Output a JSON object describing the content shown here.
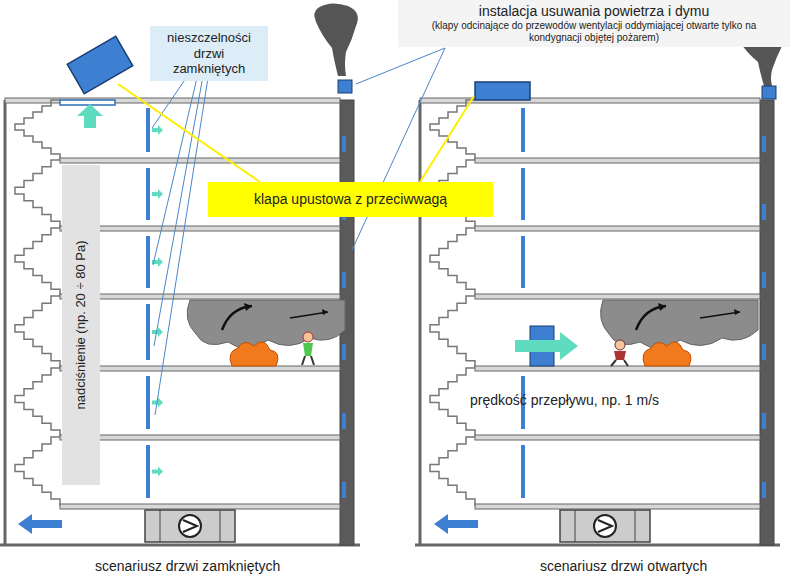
{
  "diagram": {
    "nodes": [
      {
        "text": [
          "nieszczelności drzwi zamkniętych"
        ]
      },
      {
        "text": [
          "instalacja usuwania powietrza i dymu",
          "(klapy odcinające do przewodów wentylacji oddymiającej otwarte tylko na kondygnacji objętej pożarem)"
        ]
      },
      {
        "text": [
          "klapa upustowa z przeciwwagą"
        ]
      },
      {
        "text": [
          "nadciśnienie (np. 20 ÷ 80 Pa)"
        ]
      }
    ],
    "labels": [
      "prędkość przepływu, np. 1 m/s",
      "scenariusz drzwi zamkniętych",
      "scenariusz drzwi otwartych"
    ]
  }
}
